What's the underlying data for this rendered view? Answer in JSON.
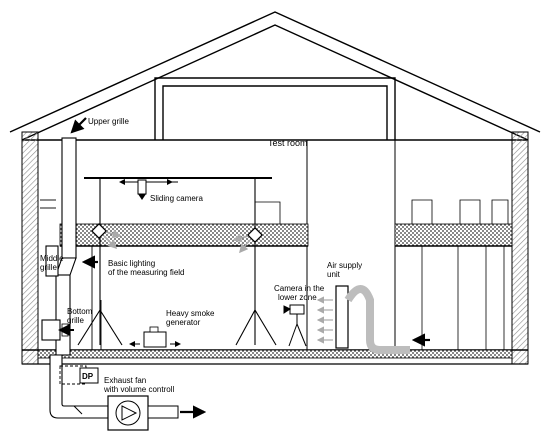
{
  "labels": {
    "upper_grille": "Upper grille",
    "test_room": "Test room",
    "sliding_camera": "Sliding camera",
    "basic_lighting_line1": "Basic lighting",
    "basic_lighting_line2": "of the measuring field",
    "middle_grille_line1": "Middle",
    "middle_grille_line2": "grille",
    "bottom_grille_line1": "Bottom",
    "bottom_grille_line2": "grille",
    "camera_lower_line1": "Camera in the",
    "camera_lower_line2": "lower zone",
    "air_supply_line1": "Air supply",
    "air_supply_line2": "unit",
    "smoke_line1": "Heavy smoke",
    "smoke_line2": "generator",
    "dp": "DP",
    "exhaust_line1": "Exhaust fan",
    "exhaust_line2": "with volume controll"
  },
  "colors": {
    "line": "#000000",
    "hatch": "#8a8a8a",
    "duct_gray": "#bdbdbd",
    "floor_pattern": "#555555"
  }
}
